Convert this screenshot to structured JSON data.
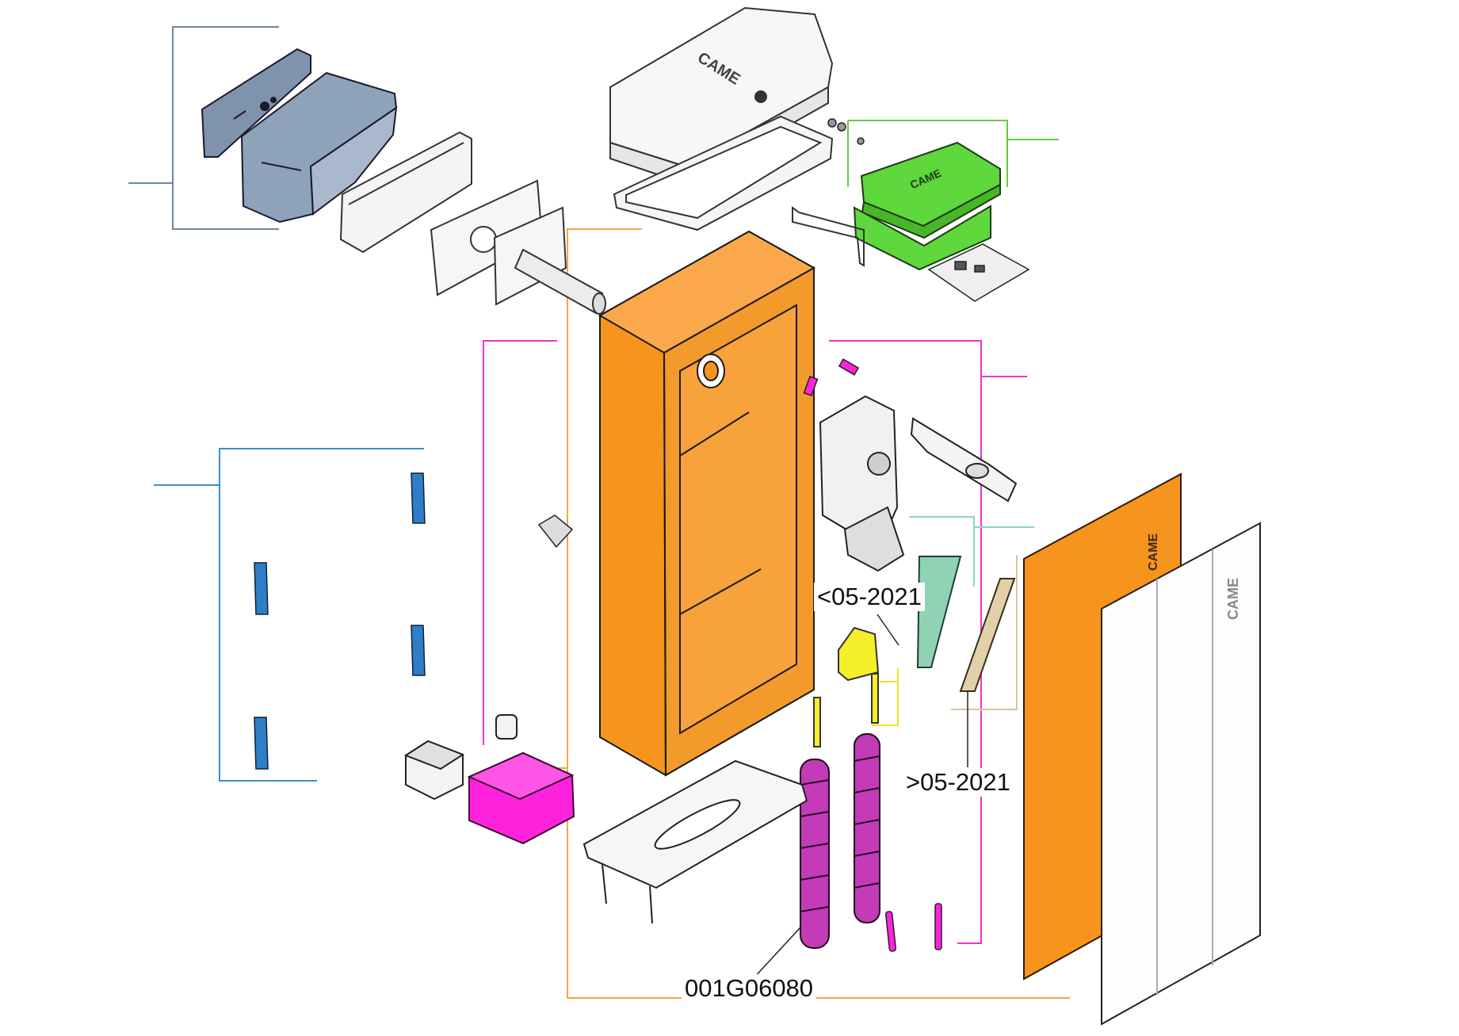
{
  "labels": {
    "version_before": "<05-2021",
    "version_after": ">05-2021",
    "spring_code": "001G06080"
  },
  "brand_marks": {
    "logo_text": "CAME"
  },
  "colors": {
    "cabinet_orange": "#f7941d",
    "control_green": "#5ed83c",
    "cover_gray_blue": "#7f93ad",
    "motor_magenta": "#ff22dd",
    "bracket_yellow": "#f5ee2a",
    "arm_teal": "#8fd3b4",
    "arm_tan": "#e2d0a8",
    "panel_blue": "#2e7ec8",
    "leader_orange": "#f0a64a",
    "leader_magenta": "#ee33cc",
    "leader_blue": "#3a8fd0",
    "leader_green": "#66cc44",
    "leader_slate": "#6c87a7",
    "leader_teal": "#8dd3c0",
    "leader_yellow": "#f2e21c",
    "leader_tan": "#d9c39a"
  },
  "icons": {
    "logo": "came-plus-logo"
  }
}
